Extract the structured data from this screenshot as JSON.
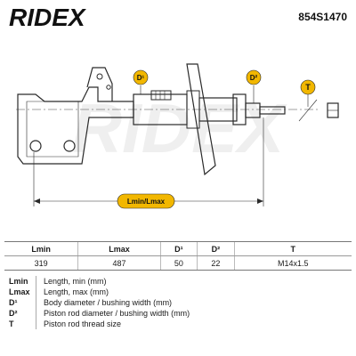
{
  "header": {
    "brand": "RIDEX",
    "part_number": "854S1470"
  },
  "drawing": {
    "watermark": "RIDEX",
    "labels": {
      "d1": "D¹",
      "d2": "D²",
      "t": "T",
      "length": "Lmin/Lmax"
    }
  },
  "table": {
    "headers": [
      "Lmin",
      "Lmax",
      "D¹",
      "D²",
      "T"
    ],
    "values": [
      "319",
      "487",
      "50",
      "22",
      "M14x1.5"
    ]
  },
  "legend": [
    {
      "code": "Lmin",
      "text": "Length, min (mm)"
    },
    {
      "code": "Lmax",
      "text": "Length, max (mm)"
    },
    {
      "code": "D¹",
      "text": "Body diameter / bushing width (mm)"
    },
    {
      "code": "D²",
      "text": "Piston rod diameter / bushing width (mm)"
    },
    {
      "code": "T",
      "text": "Piston rod thread size"
    }
  ],
  "colors": {
    "accent": "#f2b700",
    "line": "#2a2a2a"
  }
}
